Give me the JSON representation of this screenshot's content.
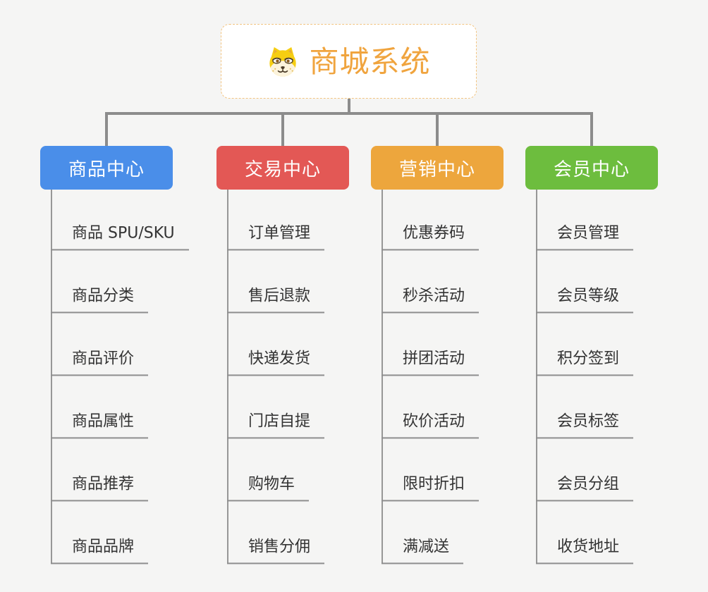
{
  "root": {
    "title": "商城系统",
    "icon": "shiba-dog-icon",
    "accent_color": "#F0A43E",
    "border_color": "#F2C480"
  },
  "branches": [
    {
      "id": "product-center",
      "label": "商品中心",
      "color": "#4A8EE9",
      "items": [
        "商品 SPU/SKU",
        "商品分类",
        "商品评价",
        "商品属性",
        "商品推荐",
        "商品品牌"
      ]
    },
    {
      "id": "trade-center",
      "label": "交易中心",
      "color": "#E35855",
      "items": [
        "订单管理",
        "售后退款",
        "快递发货",
        "门店自提",
        "购物车",
        "销售分佣"
      ]
    },
    {
      "id": "marketing-center",
      "label": "营销中心",
      "color": "#EDA63D",
      "items": [
        "优惠券码",
        "秒杀活动",
        "拼团活动",
        "砍价活动",
        "限时折扣",
        "满减送"
      ]
    },
    {
      "id": "member-center",
      "label": "会员中心",
      "color": "#6DBD3E",
      "items": [
        "会员管理",
        "会员等级",
        "积分签到",
        "会员标签",
        "会员分组",
        "收货地址"
      ]
    }
  ],
  "colors": {
    "background": "#F5F5F4",
    "connector": "#8C8C8C",
    "leaf_text": "#333333",
    "leaf_line": "#8E8E8E"
  }
}
